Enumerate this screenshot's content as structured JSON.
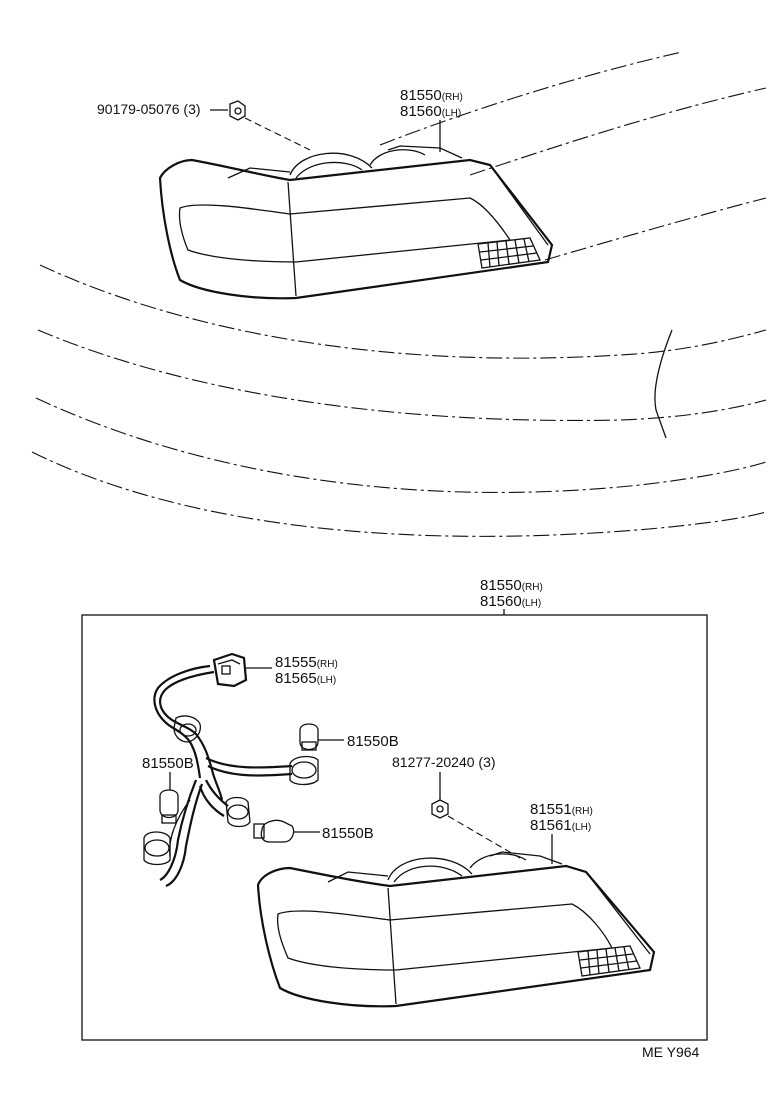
{
  "callouts": {
    "top_bolt": {
      "part": "90179-05076",
      "qty": "(3)"
    },
    "top_assembly": {
      "rh": "81550",
      "rh_suffix": "(RH)",
      "lh": "81560",
      "lh_suffix": "(LH)"
    },
    "box_assembly": {
      "rh": "81550",
      "rh_suffix": "(RH)",
      "lh": "81560",
      "lh_suffix": "(LH)"
    },
    "socket_wire": {
      "rh": "81555",
      "rh_suffix": "(RH)",
      "lh": "81565",
      "lh_suffix": "(LH)"
    },
    "bulb_top": {
      "part": "81550B"
    },
    "bulb_left": {
      "part": "81550B"
    },
    "bulb_mid": {
      "part": "81550B"
    },
    "box_screw": {
      "part": "81277-20240",
      "qty": "(3)"
    },
    "lens": {
      "rh": "81551",
      "rh_suffix": "(RH)",
      "lh": "81561",
      "lh_suffix": "(LH)"
    }
  },
  "figure_code": "ME Y964"
}
